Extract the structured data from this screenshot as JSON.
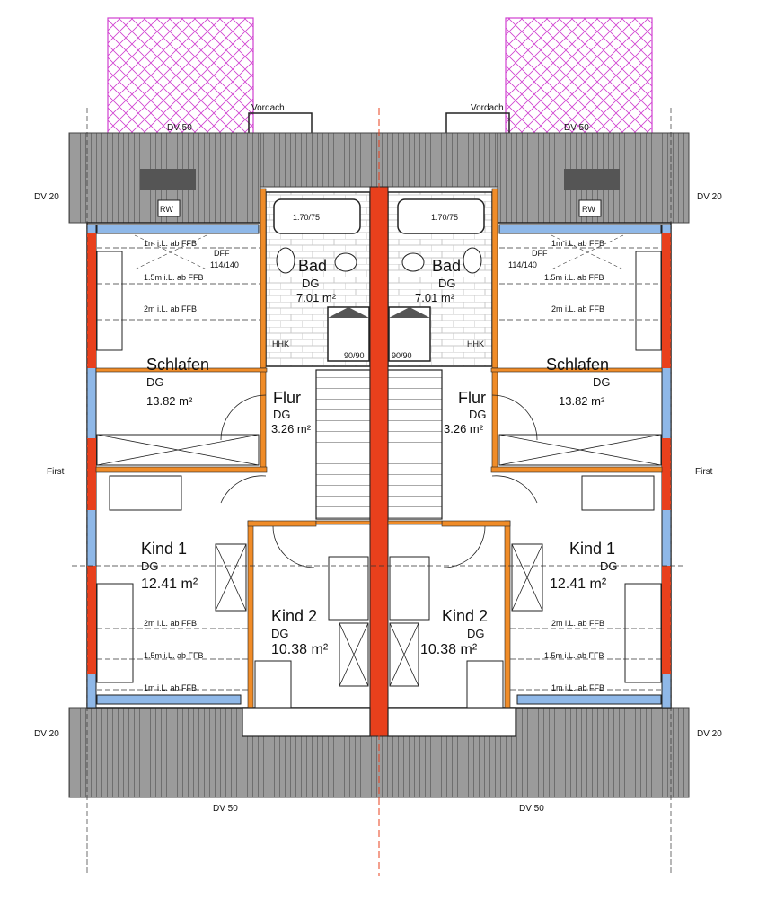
{
  "annotations": {
    "dv50": "DV 50",
    "dv20": "DV 20",
    "vordach": "Vordach",
    "first": "First",
    "rw": "RW",
    "hhk": "HHK",
    "dff": "DFF",
    "dff_size": "114/140",
    "tub_size": "1.70/75",
    "shower_size": "90/90",
    "height_1m": "1m i.L. ab FFB",
    "height_15m": "1.5m i.L. ab FFB",
    "height_2m": "2m i.L. ab FFB"
  },
  "units": [
    {
      "rooms": {
        "bad": {
          "name": "Bad",
          "level": "DG",
          "area": "7.01 m²"
        },
        "schlafen": {
          "name": "Schlafen",
          "level": "DG",
          "area": "13.82 m²"
        },
        "flur": {
          "name": "Flur",
          "level": "DG",
          "area": "3.26 m²"
        },
        "kind1": {
          "name": "Kind 1",
          "level": "DG",
          "area": "12.41 m²"
        },
        "kind2": {
          "name": "Kind 2",
          "level": "DG",
          "area": "10.38 m²"
        }
      }
    },
    {
      "rooms": {
        "bad": {
          "name": "Bad",
          "level": "DG",
          "area": "7.01 m²"
        },
        "schlafen": {
          "name": "Schlafen",
          "level": "DG",
          "area": "13.82 m²"
        },
        "flur": {
          "name": "Flur",
          "level": "DG",
          "area": "3.26 m²"
        },
        "kind1": {
          "name": "Kind 1",
          "level": "DG",
          "area": "12.41 m²"
        },
        "kind2": {
          "name": "Kind 2",
          "level": "DG",
          "area": "10.38 m²"
        }
      }
    }
  ],
  "colors": {
    "roof": "#9b9b9b",
    "party_wall": "#e8401c",
    "window": "#8fb8e8",
    "partition": "#f08c28",
    "balcony_hatch": "#d040d0",
    "tile_line": "#c8c8c8"
  }
}
